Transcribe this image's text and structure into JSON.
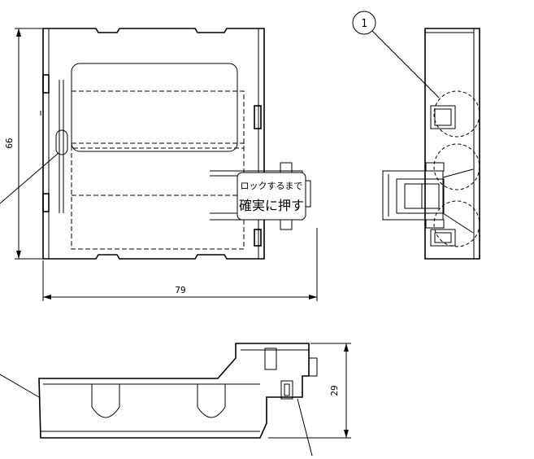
{
  "dimensions": {
    "height_front": "66",
    "width_front": "79",
    "height_bottom": "29"
  },
  "callout": {
    "number": "1"
  },
  "label_plate": {
    "line1": "ロックするまで",
    "line2": "確実に押す"
  }
}
